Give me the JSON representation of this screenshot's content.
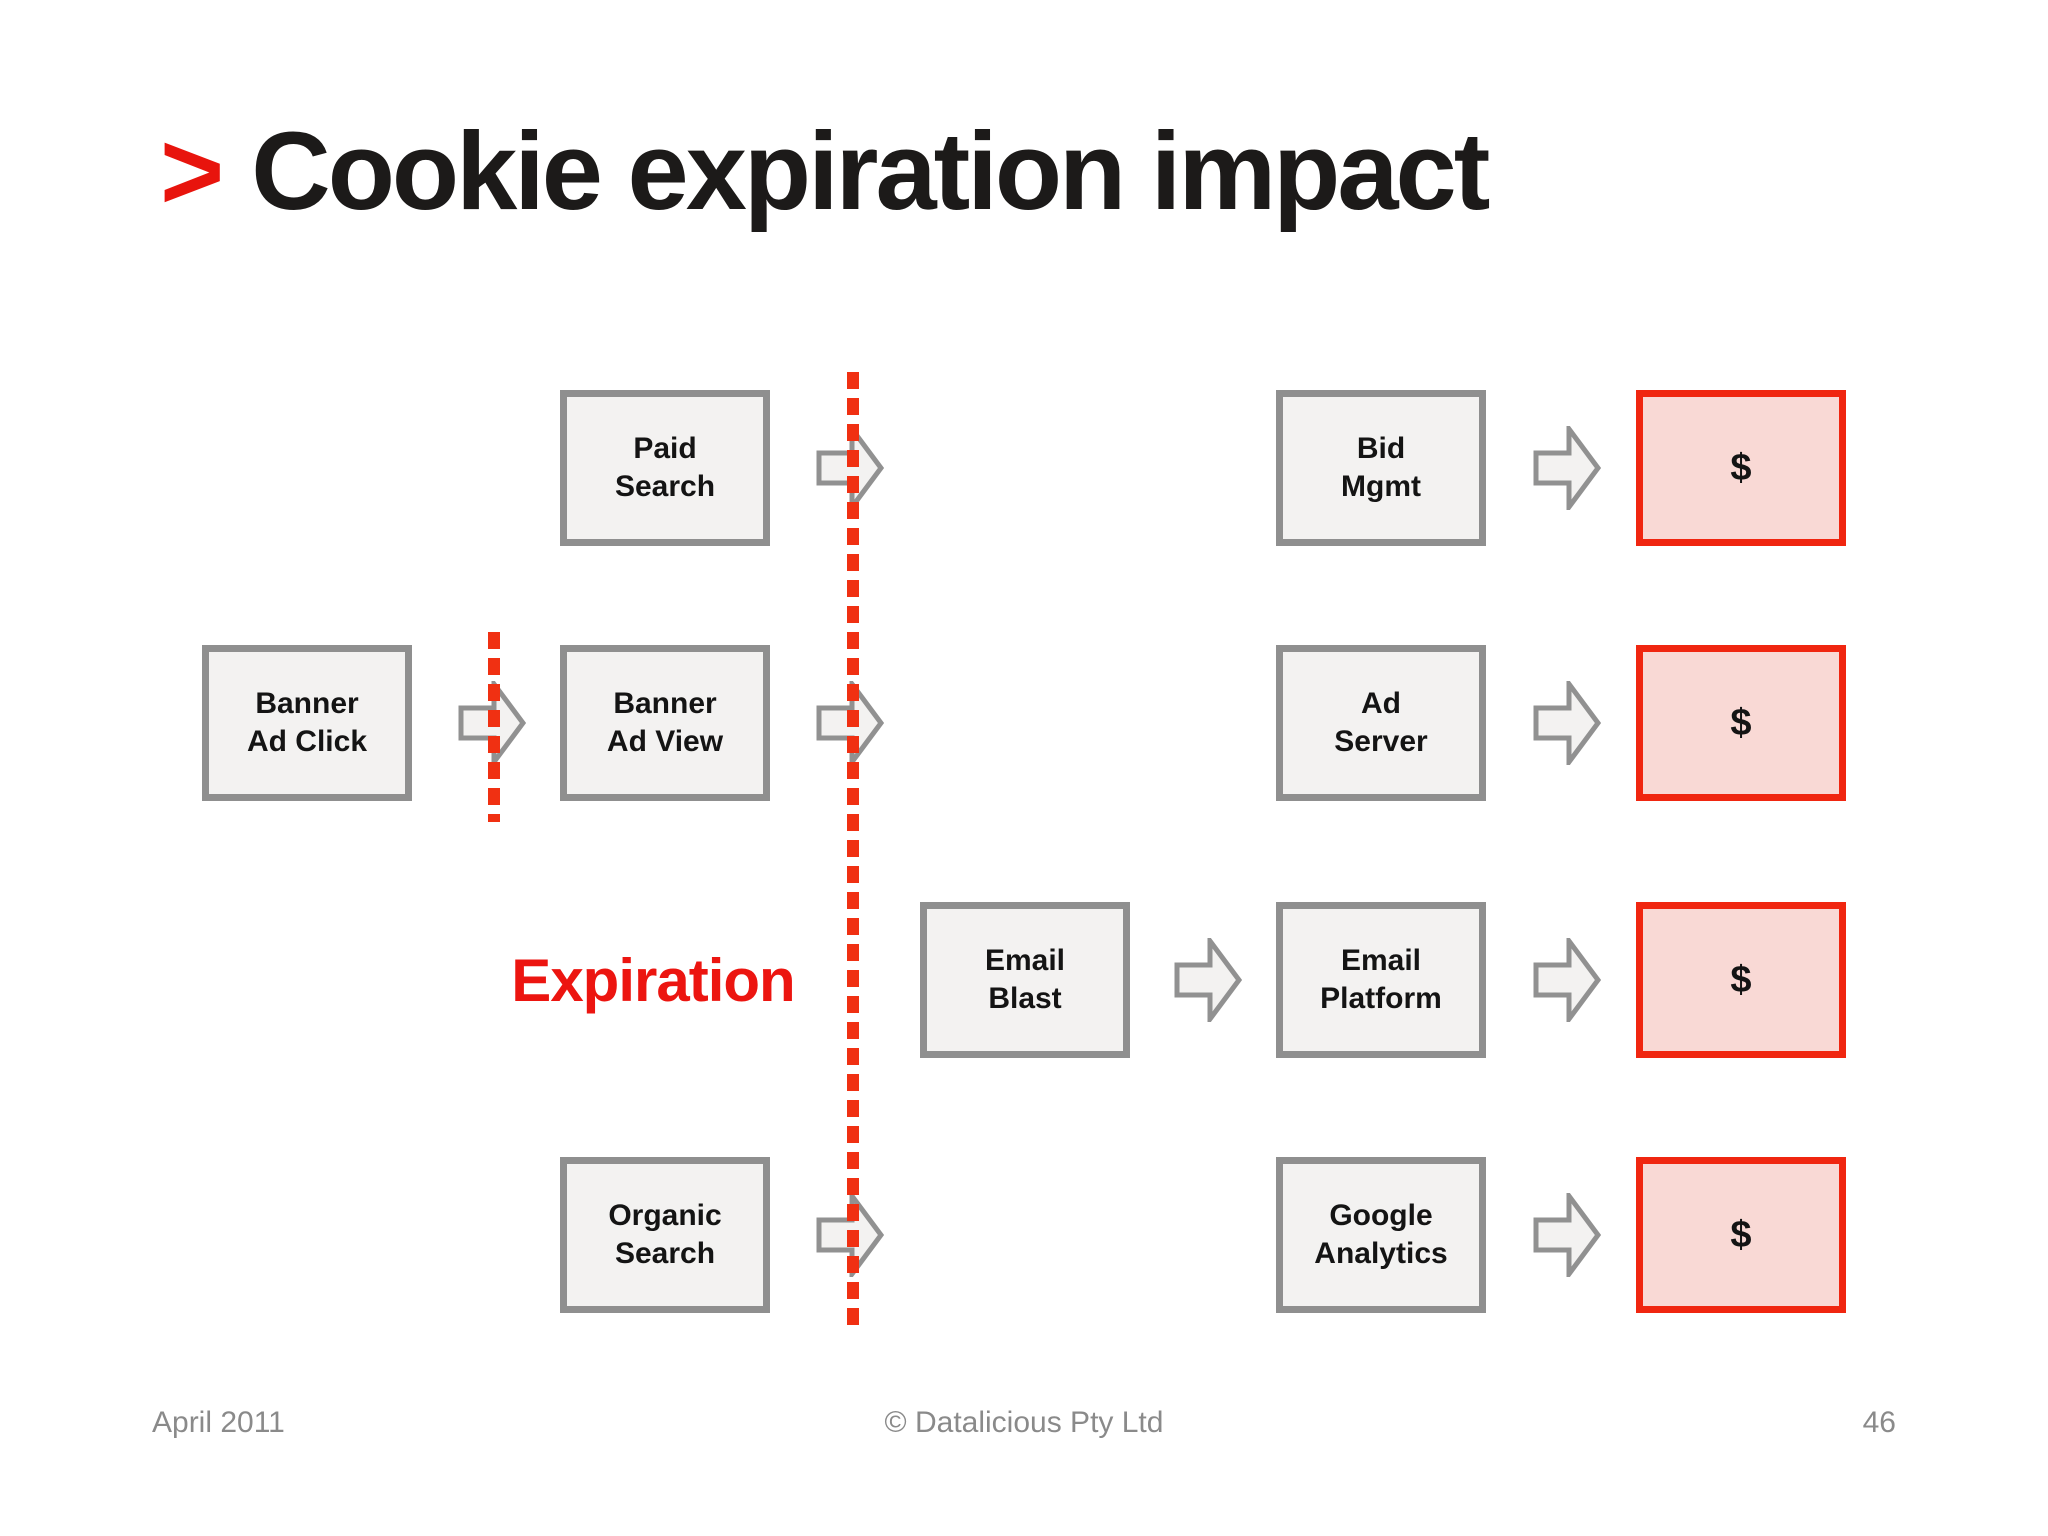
{
  "title": {
    "marker": ">",
    "text": "Cookie expiration impact"
  },
  "diagram": {
    "expiration_label": "Expiration",
    "dollar_label": "$",
    "nodes": {
      "paid_search": "Paid\nSearch",
      "banner_ad_click": "Banner\nAd Click",
      "banner_ad_view": "Banner\nAd View",
      "email_blast": "Email\nBlast",
      "organic_search": "Organic\nSearch",
      "bid_mgmt": "Bid\nMgmt",
      "ad_server": "Ad\nServer",
      "email_platform": "Email\nPlatform",
      "google_analytics": "Google\nAnalytics"
    }
  },
  "colors": {
    "accent_red": "#e8140d",
    "dash_red": "#f03012",
    "dollar_box_border": "#f02610",
    "dollar_box_fill": "#f9d9d5",
    "node_fill": "#f3f2f1",
    "node_border": "#8f8f8f",
    "footer_gray": "#8a8a8a"
  },
  "footer": {
    "date": "April 2011",
    "copyright": "© Datalicious Pty Ltd",
    "page": "46"
  }
}
